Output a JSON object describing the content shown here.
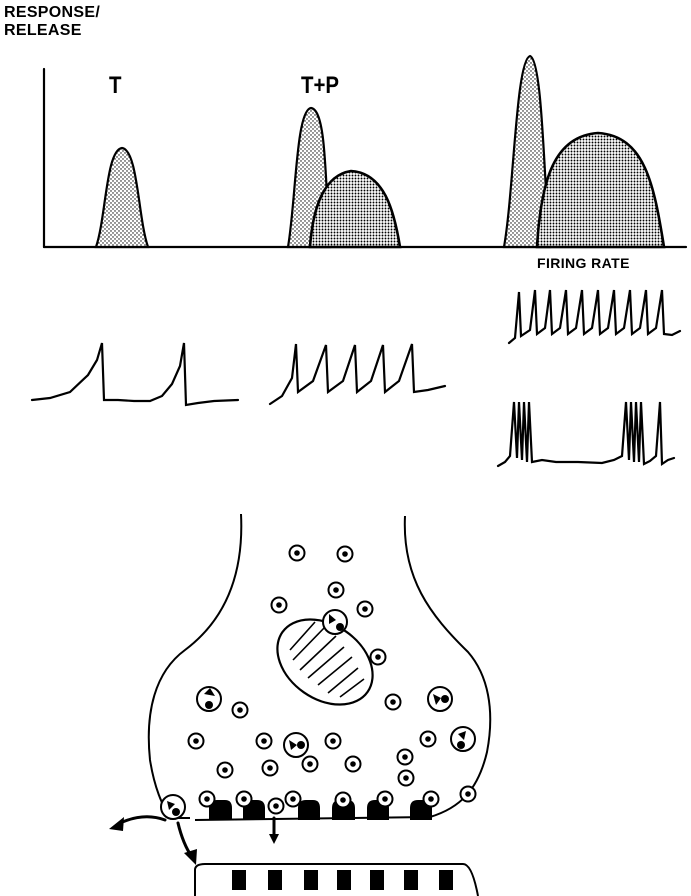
{
  "axis": {
    "y_label_line1": "RESPONSE/",
    "y_label_line2": "RELEASE",
    "x_label": "FIRING RATE"
  },
  "conditions": {
    "t_label": "T",
    "tp_label": "T+P"
  },
  "colors": {
    "ink": "#000000",
    "background": "#ffffff"
  }
}
